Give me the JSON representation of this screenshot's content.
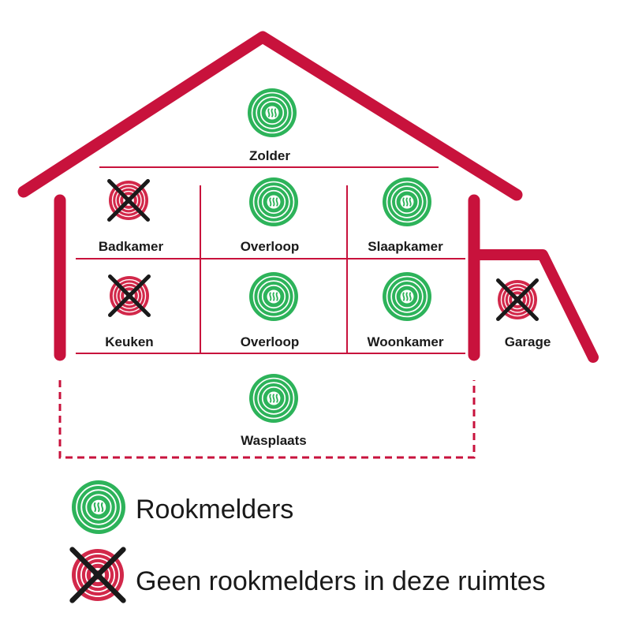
{
  "rooms": {
    "zolder": {
      "label": "Zolder",
      "detector": true
    },
    "badkamer": {
      "label": "Badkamer",
      "detector": false
    },
    "overloop_1": {
      "label": "Overloop",
      "detector": true
    },
    "slaapkamer": {
      "label": "Slaapkamer",
      "detector": true
    },
    "keuken": {
      "label": "Keuken",
      "detector": false
    },
    "overloop_0": {
      "label": "Overloop",
      "detector": true
    },
    "woonkamer": {
      "label": "Woonkamer",
      "detector": true
    },
    "garage": {
      "label": "Garage",
      "detector": false
    },
    "wasplaats": {
      "label": "Wasplaats",
      "detector": true
    }
  },
  "legend": {
    "with_detector": "Rookmelders",
    "without_detector": "Geen rookmelders in deze ruimtes"
  },
  "colors": {
    "house": "#c8123c",
    "detector_green": "#2db35a",
    "detector_red": "#d2284a",
    "cross": "#1a1a1a",
    "text": "#1a1a1a"
  },
  "icons": {
    "detector": "smoke-detector-icon",
    "no_detector": "crossed-out-detector-icon"
  }
}
